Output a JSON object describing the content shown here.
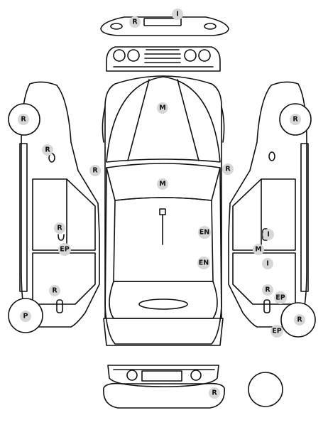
{
  "damage_codes": {
    "rear_bumper_scratch": "R",
    "rear_bumper_info": "I",
    "left_front_wheel": "R",
    "left_mirror": "R",
    "right_mirror": "R",
    "right_front_wheel": "R",
    "left_fuel_cap": "R",
    "hood": "M",
    "roof": "M",
    "left_door_handle": "R",
    "left_door_ep": "EP",
    "center_en_1": "EN",
    "center_en_2": "EN",
    "right_door_i_1": "I",
    "right_door_m": "M",
    "right_door_i_2": "I",
    "left_rear_panel": "R",
    "right_rear_panel": "R",
    "right_rear_ep": "EP",
    "left_rear_wheel": "P",
    "right_rear_wheel": "R",
    "right_rear_wheel_ep": "EP",
    "front_bumper": "R"
  },
  "colors": {
    "line": "#111111",
    "tag_fill": "#d7d7d7"
  }
}
